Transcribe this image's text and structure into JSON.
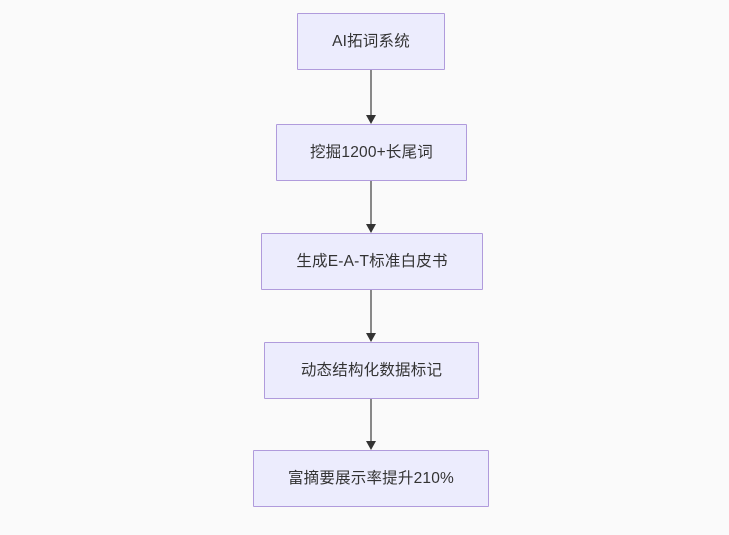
{
  "diagram": {
    "type": "flowchart",
    "direction": "top-to-bottom",
    "background_color": "#fafafa",
    "node_fill_color": "#ececfd",
    "node_border_color": "#b09bdc",
    "node_text_color": "#333333",
    "edge_color": "#888888",
    "arrowhead_color": "#333333",
    "nodes": [
      {
        "id": "node-1",
        "label": "AI拓词系统"
      },
      {
        "id": "node-2",
        "label": "挖掘1200+长尾词"
      },
      {
        "id": "node-3",
        "label": "生成E-A-T标准白皮书"
      },
      {
        "id": "node-4",
        "label": "动态结构化数据标记"
      },
      {
        "id": "node-5",
        "label": "富摘要展示率提升210%"
      }
    ],
    "edges": [
      {
        "id": "edge-1",
        "from": "node-1",
        "to": "node-2",
        "label": ""
      },
      {
        "id": "edge-2",
        "from": "node-2",
        "to": "node-3",
        "label": ""
      },
      {
        "id": "edge-3",
        "from": "node-3",
        "to": "node-4",
        "label": ""
      },
      {
        "id": "edge-4",
        "from": "node-4",
        "to": "node-5",
        "label": ""
      }
    ]
  }
}
